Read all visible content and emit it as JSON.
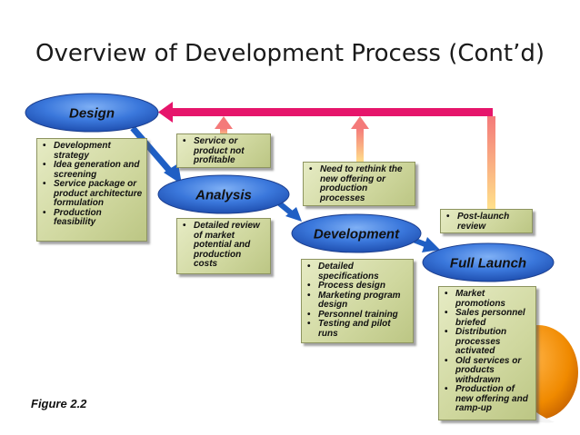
{
  "title": "Overview of Development Process (Cont’d)",
  "figure_label": "Figure 2.2",
  "stages": {
    "design": "Design",
    "analysis": "Analysis",
    "development": "Development",
    "full_launch": "Full Launch"
  },
  "boxes": {
    "design": [
      "Development strategy",
      "Idea generation and screening",
      "Service package or product architecture formulation",
      "Production feasibility"
    ],
    "analysis_feedback": [
      "Service or product not profitable"
    ],
    "analysis": [
      "Detailed review of market potential and production costs"
    ],
    "development_feedback": [
      "Need to rethink the new offering or production processes"
    ],
    "development": [
      "Detailed specifications",
      "Process design",
      "Marketing program design",
      "Personnel training",
      "Testing and pilot runs"
    ],
    "launch_feedback": [
      "Post-launch review"
    ],
    "full_launch": [
      "Market promotions",
      "Sales personnel briefed",
      "Distribution processes activated",
      "Old services or products withdrawn",
      "Production of new offering and ramp-up"
    ]
  },
  "colors": {
    "stage_fill": "#2f6bd0",
    "feedback_arrow": "#e6156b",
    "flow_arrow": "#1f5fc4"
  }
}
